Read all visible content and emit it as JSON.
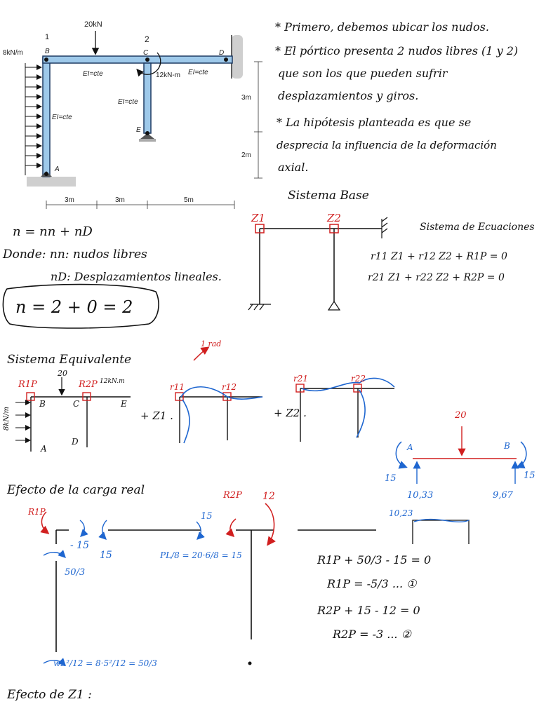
{
  "colors": {
    "ink": "#111111",
    "blue": "#1e66d0",
    "red": "#d11f1f",
    "beam": "#9ec9ea",
    "beam_stroke": "#1f3b63"
  },
  "figure": {
    "load_point": "20kN",
    "load_dist": "8kN/m",
    "node_B": "B",
    "node_C": "C",
    "node_D": "D",
    "node_E": "E",
    "node_A": "A",
    "node_num_1": "1",
    "node_num_2": "2",
    "moment": "12kN-m",
    "ei1": "EI=cte",
    "ei2": "EI=cte",
    "ei3": "EI=cte",
    "ei4": "EI=cte",
    "dim_3m_v": "3m",
    "dim_2m_v": "2m",
    "dim_3m_h1": "3m",
    "dim_3m_h2": "3m",
    "dim_5m_h": "5m"
  },
  "notes": {
    "line1": "* Primero, debemos ubicar los nudos.",
    "line2": "* El pórtico presenta 2 nudos libres (1 y 2)",
    "line3": "que son los que pueden sufrir",
    "line4": "desplazamientos y giros.",
    "line5": "* La hipótesis planteada es que se",
    "line6": "desprecia la influencia de la deformación",
    "line7": "axial."
  },
  "sistema_base": {
    "title": "Sistema Base",
    "z1": "Z1",
    "z2": "Z2",
    "eq_title": "Sistema de Ecuaciones",
    "eq1": "r11 Z1 + r12 Z2 + R1P = 0",
    "eq2": "r21 Z1 + r22 Z2 + R2P = 0"
  },
  "formula": {
    "n_def": "n = nn + nD",
    "donde": "Donde: nn: nudos libres",
    "nd": "nD: Desplazamientos lineales.",
    "boxed": "n = 2 + 0 = 2"
  },
  "equivalente": {
    "title": "Sistema Equivalente",
    "rad": "1 rad",
    "r1p": "R1P",
    "r2p": "R2P",
    "load20": "20",
    "mom12": "12kN.m",
    "load8": "8kN/m",
    "b": "B",
    "c": "C",
    "e": "E",
    "d": "D",
    "a": "A",
    "plus_z1": "+ Z1 .",
    "plus_z2": "+ Z2 .",
    "r11": "r11",
    "r12": "r12",
    "r21": "r21",
    "r22": "r22"
  },
  "beam_ab": {
    "load": "20",
    "a": "A",
    "b": "B",
    "m_left": "15",
    "m_right": "15",
    "r_left": "10,33",
    "r_right": "9,67",
    "diagram_val": "10,23"
  },
  "carga_real": {
    "title": "Efecto de la carga real",
    "r1p": "R1P",
    "r2p": "R2P",
    "twelve": "12",
    "m15a": "15",
    "m15b": "- 15",
    "m15c": "15",
    "pl8": "PL/8 = 20·6/8 = 15",
    "fifty3": "50/3",
    "wl2": "wL²/12 = 8·5²/12 = 50/3",
    "eq1": "R1P + 50/3 - 15 = 0",
    "eq2": "R1P = -5/3   ... ①",
    "eq3": "R2P + 15 - 12 = 0",
    "eq4": "R2P = -3   ... ②"
  },
  "footer": {
    "text": "Efecto de Z1 :"
  }
}
